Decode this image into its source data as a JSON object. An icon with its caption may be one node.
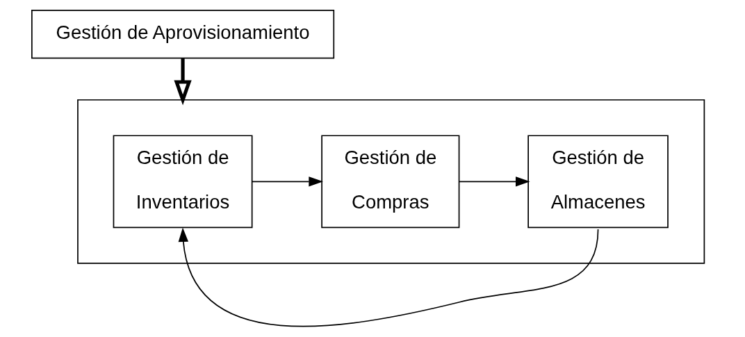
{
  "diagram": {
    "nodes": [
      {
        "text": [
          "Gestión de Aprovisionamiento"
        ]
      },
      {
        "text": [],
        "shape": "box"
      },
      {
        "text": [
          "Gestión de Inventarios"
        ],
        "in": 1
      },
      {
        "text": [
          "Gestión de Compras"
        ],
        "in": 1
      },
      {
        "text": [
          "Gestión de Almacenes"
        ],
        "in": 1
      }
    ],
    "edges": [
      {
        "from": 0,
        "to": 1,
        "arrow": "to",
        "style": "thick"
      },
      {
        "from": 2,
        "to": 3,
        "arrow": "to"
      },
      {
        "from": 3,
        "to": 4,
        "arrow": "to"
      },
      {
        "from": 4,
        "to": 2,
        "arrow": "to"
      }
    ]
  }
}
